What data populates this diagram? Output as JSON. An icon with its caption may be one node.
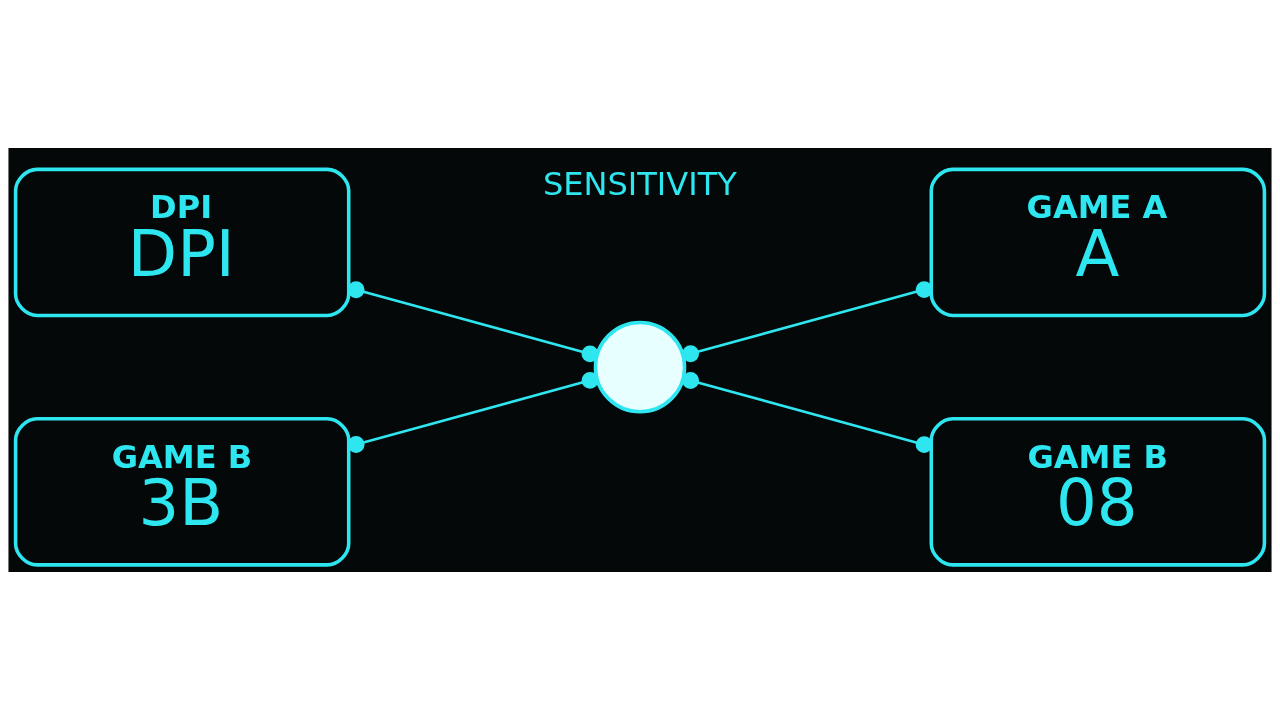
{
  "diagram": {
    "nodes": [
      {
        "text": [
          "DPI",
          "DPI"
        ]
      },
      {
        "text": [
          "GAME A",
          "A"
        ]
      },
      {
        "text": [],
        "shape": "circle",
        "beside": [
          "SENSITIVITY"
        ]
      },
      {
        "text": [
          "GAME B",
          "3B"
        ]
      },
      {
        "text": [
          "GAME B",
          "08"
        ]
      }
    ],
    "edges": [
      {
        "from": 0,
        "to": 2,
        "arrow": "other"
      },
      {
        "from": 3,
        "to": 2,
        "arrow": "other"
      },
      {
        "from": 2,
        "to": 1,
        "arrow": "other"
      },
      {
        "from": 2,
        "to": 4,
        "arrow": "other"
      }
    ]
  }
}
